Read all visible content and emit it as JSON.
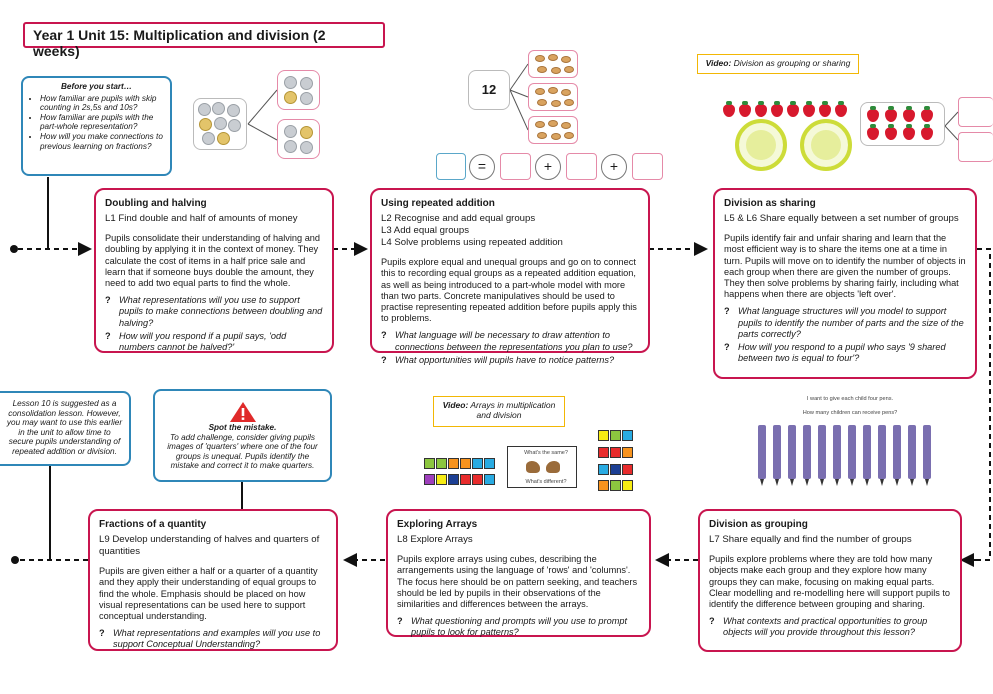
{
  "title": "Year 1 Unit 15: Multiplication and division (2 weeks)",
  "before_start": {
    "heading": "Before you start…",
    "bullets": [
      "How familiar are pupils with skip counting in 2s,5s and 10s?",
      "How familiar are pupils with the part-whole representation?",
      "How will you make connections to previous learning on fractions?"
    ]
  },
  "video_top": {
    "prefix": "Video:",
    "text": " Division as grouping or sharing"
  },
  "video_mid": {
    "prefix": "Video:",
    "text": " Arrays in multiplication and division"
  },
  "whole_number": "12",
  "operators": [
    "=",
    "+",
    "+"
  ],
  "pens_caption": [
    "I want to give each child four pens.",
    "How many children can receive pens?"
  ],
  "lesson10_note": "Lesson 10 is suggested as a consolidation lesson. However, you may want to use this earlier in the unit to allow time to secure pupils understanding of repeated addition or division.",
  "spot_mistake": {
    "heading": "Spot the mistake.",
    "text": "To add challenge, consider giving pupils images of 'quarters' where one of the four groups is unequal. Pupils identify the mistake and correct it to make quarters."
  },
  "same_diff": {
    "top": "What's the same?",
    "bottom": "What's different?"
  },
  "cards": {
    "doubling": {
      "heading": "Doubling and halving",
      "lessons": [
        "L1 Find double and half of amounts of money"
      ],
      "body": "Pupils consolidate their understanding of halving and doubling by applying it in the context of money. They calculate the cost of items in a half price sale and learn that if someone buys double the amount, they need to add two equal parts to find the whole.",
      "questions": [
        "What representations will you use to support pupils to make connections between doubling and halving?",
        "How will you respond if a pupil says, 'odd numbers cannot be halved?'"
      ]
    },
    "repeated": {
      "heading": "Using repeated addition",
      "lessons": [
        "L2 Recognise and add equal groups",
        "L3 Add equal groups",
        "L4 Solve problems using repeated addition"
      ],
      "body": "Pupils explore equal and unequal groups and go on to connect this to recording equal groups as a repeated addition equation, as well as being introduced to a part-whole model with more than two parts. Concrete manipulatives should be used to practise representing repeated addition before pupils apply this to problems.",
      "questions": [
        "What language will be necessary to draw attention to connections between the representations you plan to use?",
        "What opportunities will pupils have to notice patterns?"
      ]
    },
    "sharing": {
      "heading": "Division as sharing",
      "lessons": [
        "L5 & L6 Share equally between a set number of groups"
      ],
      "body": "Pupils identify fair and unfair sharing and learn that the most efficient way is to share the items one at a time in turn. Pupils will move on to identify the number of objects in each group when there are given the number of groups. They then solve problems by sharing fairly, including what happens when there are objects 'left over'.",
      "questions": [
        "What language structures will you model to support pupils to identify the number of parts and the size of the parts correctly?",
        "How will you respond to a pupil who says '9 shared between two is equal to four'?"
      ]
    },
    "grouping": {
      "heading": "Division as grouping",
      "lessons": [
        "L7 Share equally and find the number of groups"
      ],
      "body": "Pupils explore problems where they are told how many objects make each group and they explore how many groups they can make, focusing on making equal parts. Clear modelling and re-modelling here will support pupils to identify the difference between grouping and sharing.",
      "questions": [
        "What contexts and practical opportunities to group objects will you provide throughout this lesson?"
      ]
    },
    "arrays": {
      "heading": "Exploring Arrays",
      "lessons": [
        "L8 Explore Arrays"
      ],
      "body": "Pupils explore arrays using cubes, describing the arrangements using the language of 'rows' and 'columns'. The focus here should be on pattern seeking, and teachers should be led by pupils in their observations of the similarities and differences between the arrays.",
      "questions": [
        "What questioning and prompts will you use to prompt pupils to look for patterns?"
      ]
    },
    "fractions": {
      "heading": "Fractions of a quantity",
      "lessons": [
        "L9 Develop understanding of halves and quarters of quantities"
      ],
      "body": "Pupils are given either a half or a quarter of a quantity and they apply their understanding of equal groups to find the whole. Emphasis should be placed on how visual representations can be used here to support conceptual understanding.",
      "questions": [
        "What representations and examples will you use to support Conceptual Understanding?"
      ]
    }
  },
  "colors": {
    "card_border": "#c8154f",
    "note_border": "#2f87b8",
    "video_border": "#f2b705"
  }
}
